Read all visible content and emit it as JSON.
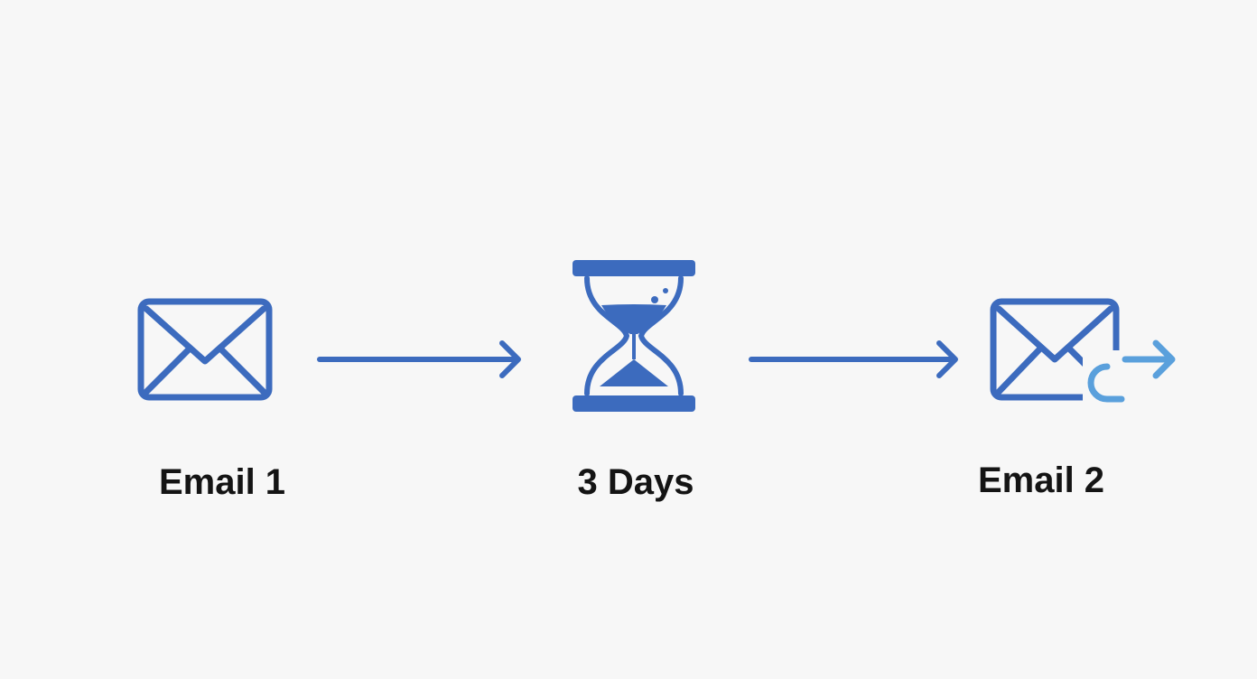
{
  "colors": {
    "background": "#f7f7f7",
    "primary": "#3c6bbe",
    "accent_light": "#5aa0dc",
    "label": "#141414"
  },
  "steps": [
    {
      "label": "Email 1",
      "icon": "envelope-icon"
    },
    {
      "label": "3 Days",
      "icon": "hourglass-icon"
    },
    {
      "label": "Email 2",
      "icon": "envelope-forward-icon"
    }
  ],
  "connectors": [
    {
      "icon": "arrow-right-icon"
    },
    {
      "icon": "arrow-right-icon"
    }
  ]
}
